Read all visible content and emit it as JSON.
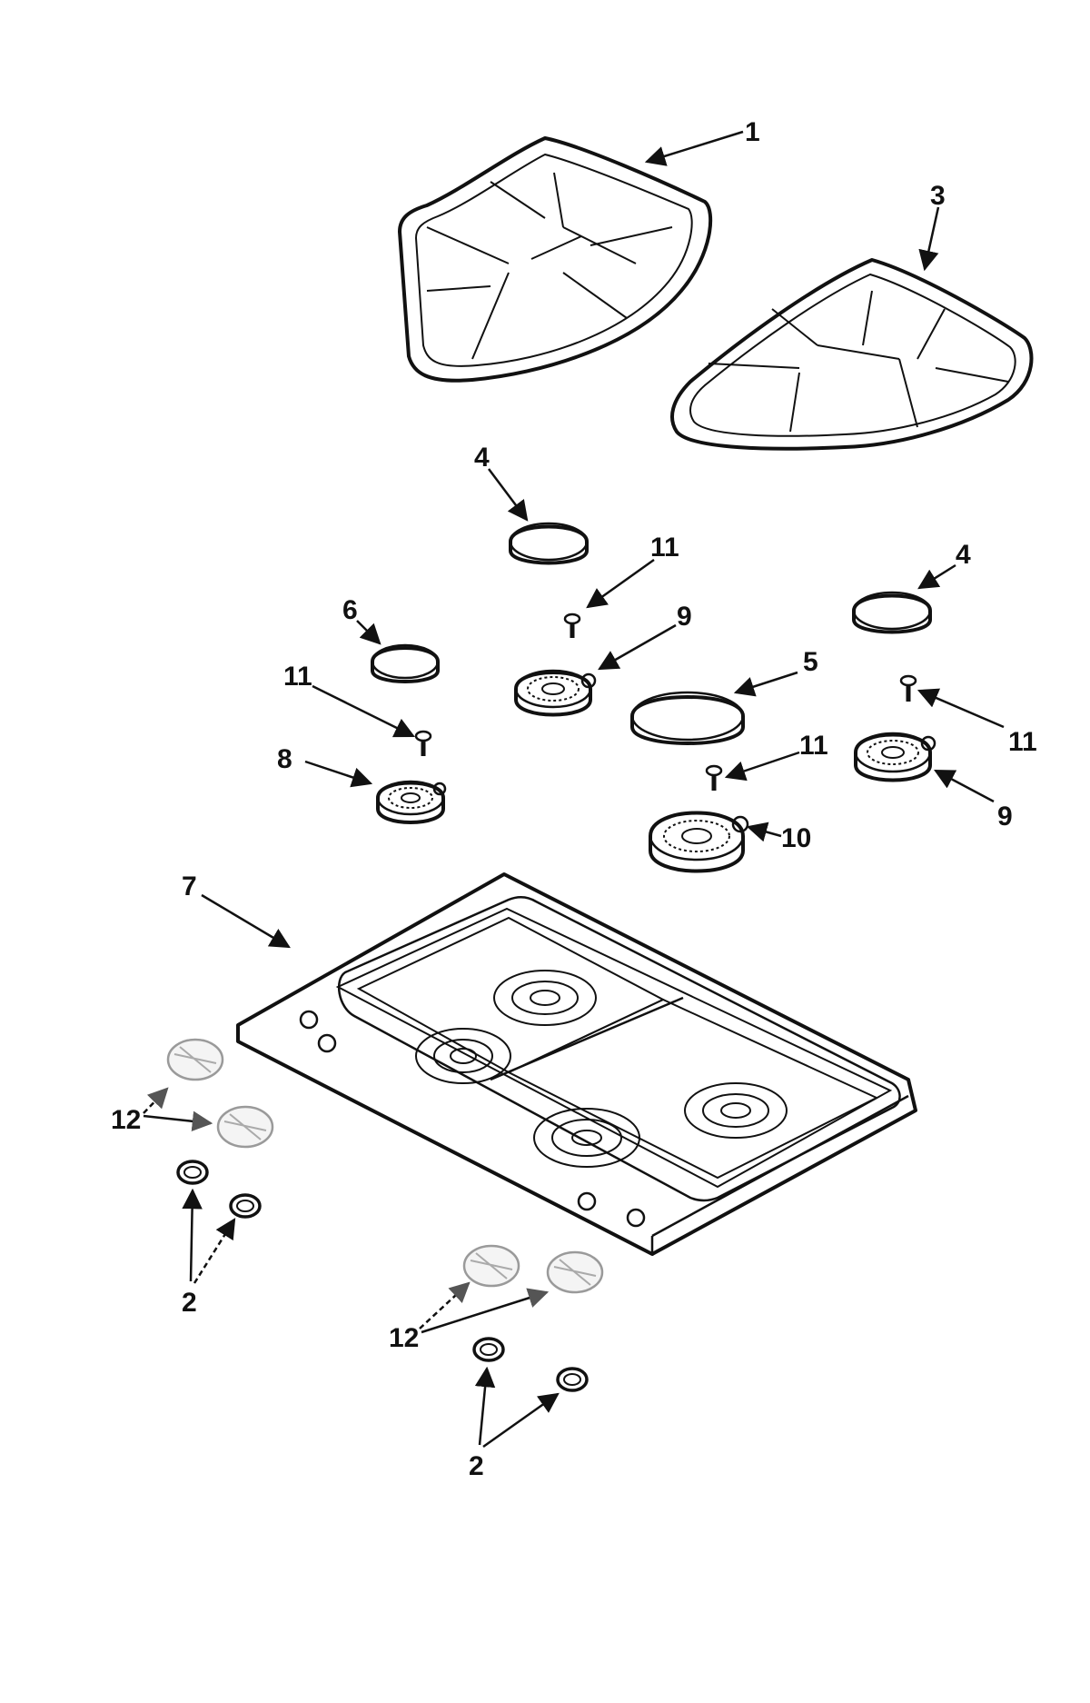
{
  "callouts": {
    "c1": "1",
    "c3": "3",
    "c4a": "4",
    "c4b": "4",
    "c6": "6",
    "c11a": "11",
    "c9a": "9",
    "c5": "5",
    "c11b": "11",
    "c11c": "11",
    "c8": "8",
    "c11d": "11",
    "c9b": "9",
    "c10": "10",
    "c7": "7",
    "c12a": "12",
    "c2a": "2",
    "c12b": "12",
    "c2b": "2"
  },
  "colors": {
    "line": "#111111",
    "knob_line": "#9a9a9a"
  }
}
